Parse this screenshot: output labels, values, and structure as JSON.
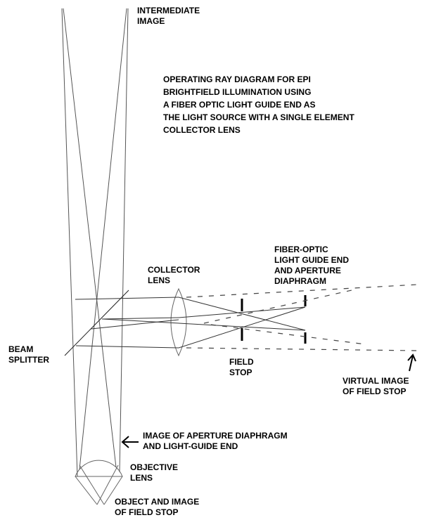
{
  "labels": {
    "intermediate_image": [
      "INTERMEDIATE",
      "IMAGE"
    ],
    "title": [
      "OPERATING RAY DIAGRAM FOR EPI",
      "BRIGHTFIELD ILLUMINATION USING",
      "A FIBER OPTIC LIGHT GUIDE END AS",
      "THE LIGHT SOURCE WITH A SINGLE ELEMENT",
      "COLLECTOR LENS"
    ],
    "fiber_optic": [
      "FIBER-OPTIC",
      "LIGHT GUIDE END",
      "AND APERTURE",
      "DIAPHRAGM"
    ],
    "collector_lens": [
      "COLLECTOR",
      "LENS"
    ],
    "beam_splitter": [
      "BEAM",
      "SPLITTER"
    ],
    "field_stop": [
      "FIELD",
      "STOP"
    ],
    "virtual_image": [
      "VIRTUAL IMAGE",
      "OF FIELD STOP"
    ],
    "image_aperture": [
      "IMAGE OF APERTURE DIAPHRAGM",
      "AND LIGHT-GUIDE END"
    ],
    "objective_lens": [
      "OBJECTIVE",
      "LENS"
    ],
    "object_image": [
      "OBJECT AND IMAGE",
      "OF FIELD STOP"
    ]
  }
}
